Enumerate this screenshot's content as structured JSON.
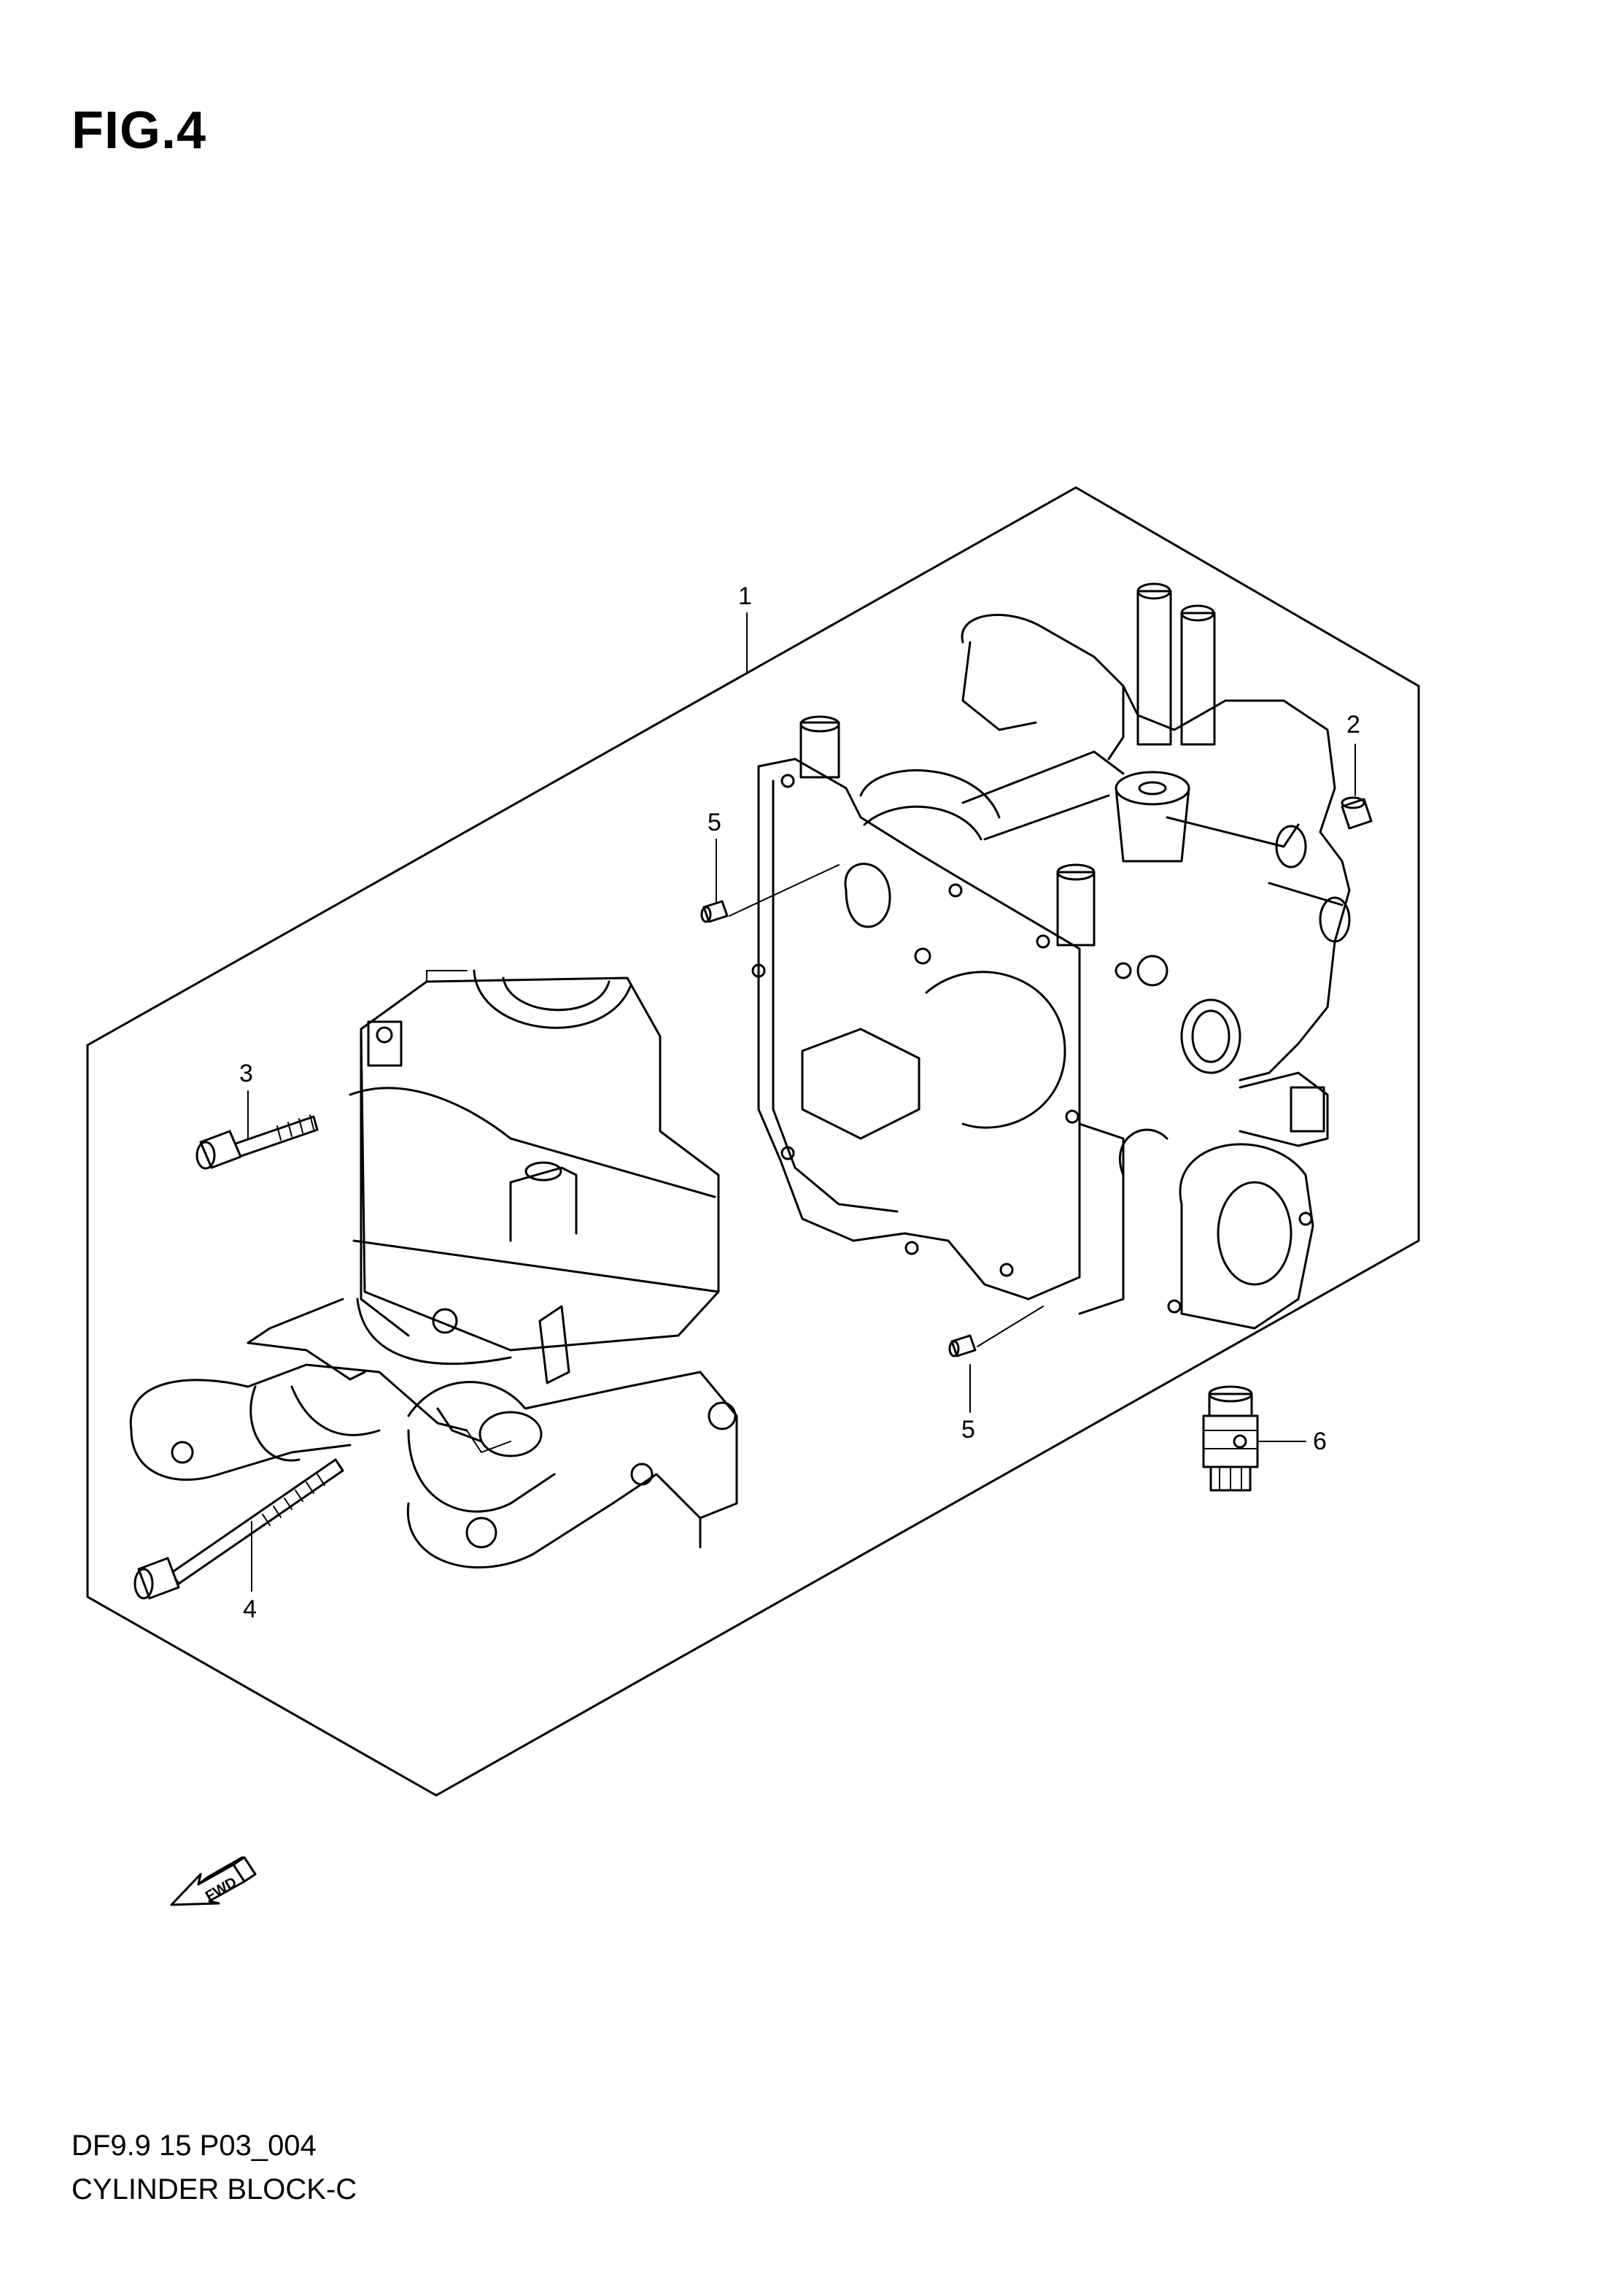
{
  "figure": {
    "title": "FIG.4"
  },
  "footer": {
    "code": "DF9.9 15 P03_004",
    "name": "CYLINDER BLOCK-C"
  },
  "callouts": [
    {
      "id": "1",
      "label": "1"
    },
    {
      "id": "2",
      "label": "2"
    },
    {
      "id": "3",
      "label": "3"
    },
    {
      "id": "4",
      "label": "4"
    },
    {
      "id": "5a",
      "label": "5"
    },
    {
      "id": "5b",
      "label": "5"
    },
    {
      "id": "6",
      "label": "6"
    }
  ],
  "direction_arrow": {
    "label": "FWD",
    "icon": "forward-direction-arrow-icon"
  }
}
